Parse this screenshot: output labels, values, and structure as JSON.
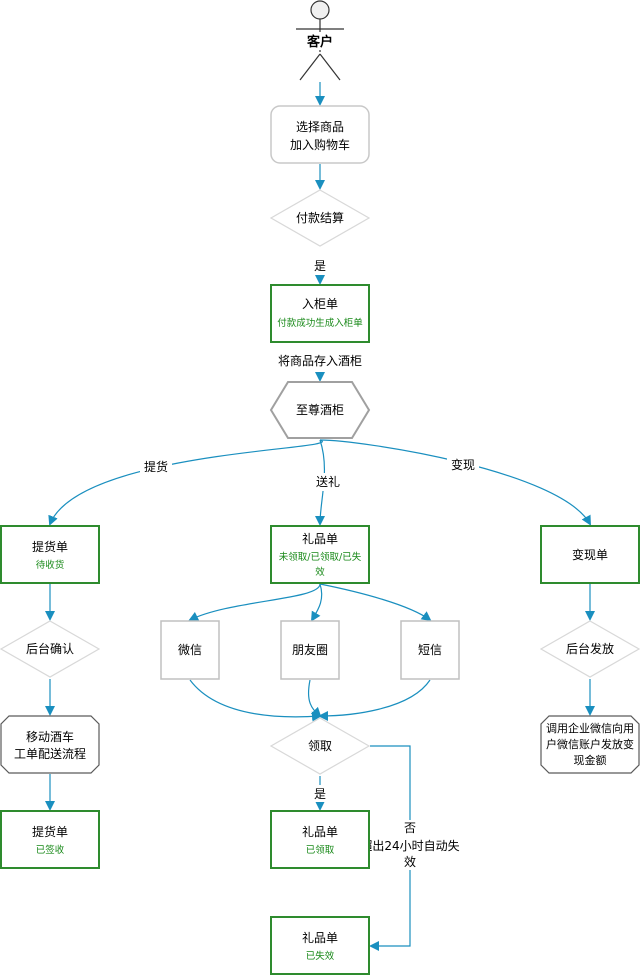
{
  "actor": {
    "name": "客户"
  },
  "nodes": {
    "select_goods": {
      "line1": "选择商品",
      "line2": "加入购物车"
    },
    "payment": {
      "label": "付款结算"
    },
    "cabinet_order": {
      "title": "入柜单",
      "sub": "付款成功生成入柜单"
    },
    "supreme_cabinet": {
      "label": "至尊酒柜"
    },
    "pickup_order": {
      "title": "提货单",
      "sub": "待收货"
    },
    "gift_order": {
      "title": "礼品单",
      "sub1": "未领取/已领取/已失",
      "sub2": "效"
    },
    "cashout_order": {
      "title": "变现单"
    },
    "backend_confirm": {
      "label": "后台确认"
    },
    "wechat": {
      "label": "微信"
    },
    "moments": {
      "label": "朋友圈"
    },
    "sms": {
      "label": "短信"
    },
    "backend_issue": {
      "label": "后台发放"
    },
    "mobile_delivery": {
      "line1": "移动酒车",
      "line2": "工单配送流程"
    },
    "claim": {
      "label": "领取"
    },
    "enterprise_pay": {
      "line1": "调用企业微信向用",
      "line2": "户微信账户发放变",
      "line3": "现金额"
    },
    "pickup_signed": {
      "title": "提货单",
      "sub": "已签收"
    },
    "gift_claimed": {
      "title": "礼品单",
      "sub": "已领取"
    },
    "gift_expired": {
      "title": "礼品单",
      "sub": "已失效"
    }
  },
  "edges": {
    "yes_pay": "是",
    "store_in_cabinet": "将商品存入酒柜",
    "pickup": "提货",
    "send_gift": "送礼",
    "cash_out": "变现",
    "yes_claim": "是",
    "no_claim_line1": "否",
    "no_claim_line2": "超出24小时自动失",
    "no_claim_line3": "效"
  },
  "colors": {
    "arrow": "#1a8fbf",
    "green_border": "#2e8b2e",
    "green_text": "#1a8a1a",
    "gray_border": "#b0b0b0",
    "dark_border": "#5a5a5a"
  }
}
